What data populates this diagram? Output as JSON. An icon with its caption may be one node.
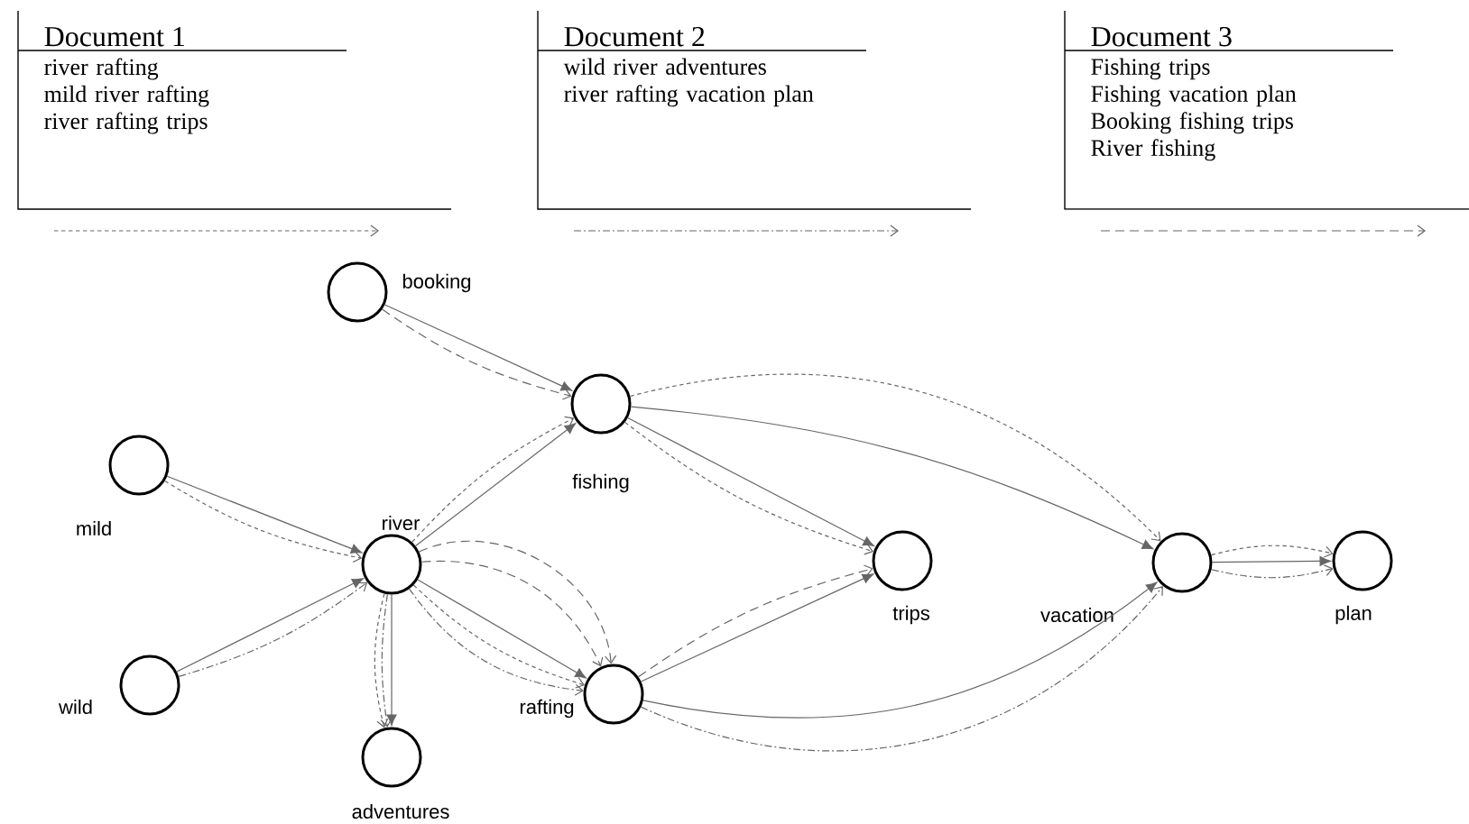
{
  "diagram": {
    "nodes": [
      {
        "text": [
          "Document 1",
          "river rafting",
          "mild river rafting",
          "river rafting trips"
        ]
      },
      {
        "text": [
          "Document 2",
          "wild river adventures",
          "river rafting vacation plan"
        ]
      },
      {
        "text": [
          "Document 3",
          "Fishing trips",
          "Fishing vacation plan",
          "Booking fishing trips",
          "River fishing"
        ]
      },
      {
        "text": [],
        "shape": "circle",
        "beside": [
          "booking"
        ]
      },
      {
        "text": [],
        "shape": "circle",
        "beside": [
          "mild"
        ]
      },
      {
        "text": [],
        "shape": "circle",
        "beside": [
          "river"
        ]
      },
      {
        "text": [],
        "shape": "circle",
        "beside": [
          "fishing"
        ]
      },
      {
        "text": [],
        "shape": "circle",
        "beside": [
          "wild"
        ]
      },
      {
        "text": [],
        "shape": "circle",
        "beside": [
          "trips"
        ]
      },
      {
        "text": [],
        "shape": "circle",
        "beside": [
          "vacation"
        ]
      },
      {
        "text": [],
        "shape": "circle",
        "beside": [
          "plan"
        ]
      },
      {
        "text": [],
        "shape": "circle",
        "beside": [
          "rafting"
        ]
      },
      {
        "text": [],
        "shape": "circle",
        "beside": [
          "adventures"
        ]
      }
    ],
    "edges": [
      {
        "from": 3,
        "to": 6,
        "arrow": "to"
      },
      {
        "from": 3,
        "to": 6,
        "arrow": "to",
        "style": "dashed"
      },
      {
        "from": 4,
        "to": 5,
        "arrow": "to"
      },
      {
        "from": 4,
        "to": 5,
        "arrow": "to",
        "style": "dashed"
      },
      {
        "from": 7,
        "to": 5,
        "arrow": "to"
      },
      {
        "from": 7,
        "to": 5,
        "arrow": "to",
        "style": "dashed"
      },
      {
        "from": 5,
        "to": 6,
        "arrow": "to"
      },
      {
        "from": 5,
        "to": 6,
        "arrow": "to",
        "style": "dashed"
      },
      {
        "from": 5,
        "to": 12,
        "arrow": "to"
      },
      {
        "from": 5,
        "to": 12,
        "arrow": "to",
        "style": "dashed"
      },
      {
        "from": 5,
        "to": 12,
        "arrow": "to",
        "style": "dashed"
      },
      {
        "from": 5,
        "to": 11,
        "arrow": "to"
      },
      {
        "from": 5,
        "to": 11,
        "arrow": "to",
        "style": "dashed"
      },
      {
        "from": 5,
        "to": 11,
        "arrow": "to",
        "style": "dashed"
      },
      {
        "from": 5,
        "to": 11,
        "arrow": "to",
        "style": "dashed"
      },
      {
        "from": 5,
        "to": 11,
        "arrow": "to",
        "style": "dashed"
      },
      {
        "from": 6,
        "to": 8,
        "arrow": "to"
      },
      {
        "from": 6,
        "to": 8,
        "arrow": "to",
        "style": "dashed"
      },
      {
        "from": 11,
        "to": 8,
        "arrow": "to"
      },
      {
        "from": 11,
        "to": 8,
        "arrow": "to",
        "style": "dashed"
      },
      {
        "from": 6,
        "to": 9,
        "arrow": "to"
      },
      {
        "from": 6,
        "to": 9,
        "arrow": "to",
        "style": "dashed"
      },
      {
        "from": 11,
        "to": 9,
        "arrow": "to"
      },
      {
        "from": 11,
        "to": 9,
        "arrow": "to",
        "style": "dashed"
      },
      {
        "from": 9,
        "to": 10,
        "arrow": "to"
      },
      {
        "from": 9,
        "to": 10,
        "arrow": "to",
        "style": "dashed"
      },
      {
        "from": 9,
        "to": 10,
        "arrow": "to",
        "style": "dashed"
      }
    ]
  }
}
